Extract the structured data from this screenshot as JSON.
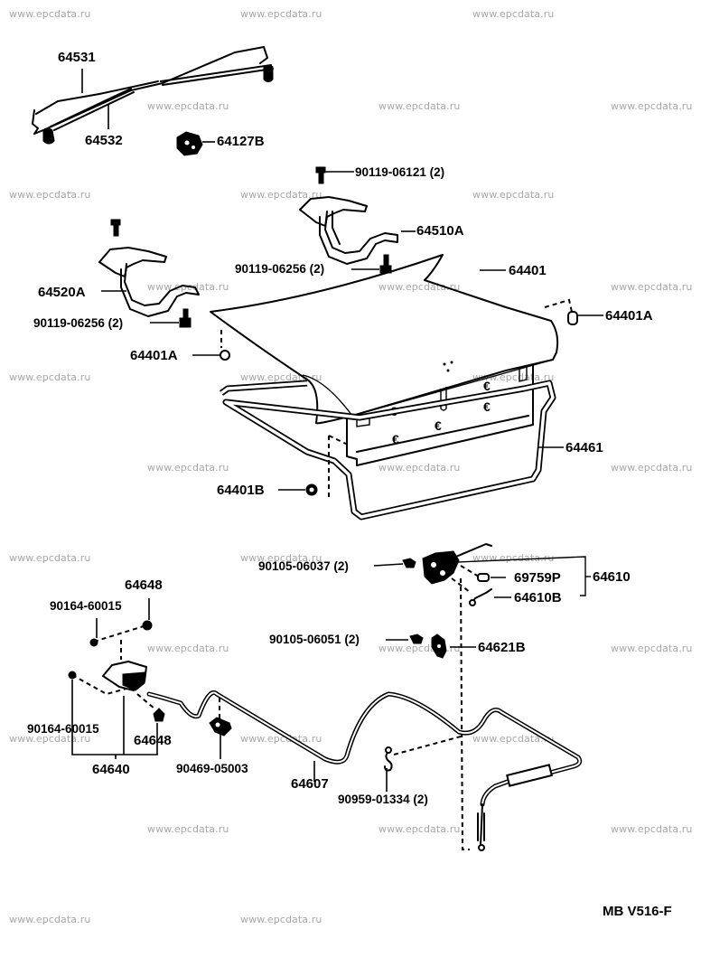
{
  "watermark": "www.epcdata.ru",
  "diagram_code": "MB V516-F",
  "parts": {
    "torsion_bar_rh": "64531",
    "torsion_bar_lh": "64532",
    "bracket_clip": "64127B",
    "bolt_hinge_top": "90119-06121 (2)",
    "hinge_rh": "64510A",
    "bolt_hinge_rh": "90119-06256 (2)",
    "luggage_door": "64401",
    "hinge_lh": "64520A",
    "bolt_hinge_lh": "90119-06256 (2)",
    "cushion_left": "64401A",
    "cushion_right": "64401A",
    "weatherstrip": "64461",
    "cushion_lower": "64401B",
    "screw_lock": "90105-06037 (2)",
    "lock_sub": "69759P",
    "lock_assy": "64610",
    "lock_part_b": "64610B",
    "screw_striker": "90105-06051 (2)",
    "striker": "64621B",
    "opener_top_part": "64648",
    "screw_opener_top": "90164-60015",
    "screw_opener_bottom": "90164-60015",
    "opener_bottom_part": "64648",
    "opener_lever": "64640",
    "clamp_cable": "90469-05003",
    "opener_cable": "64607",
    "clip_cable": "90959-01334 (2)"
  }
}
